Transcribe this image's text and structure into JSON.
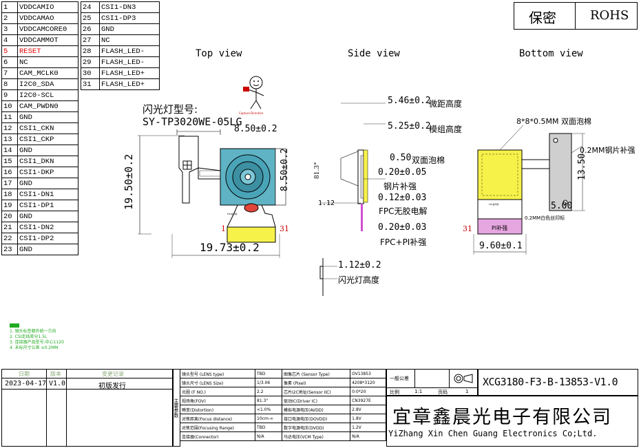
{
  "pins_left": [
    {
      "n": "1",
      "s": "VDDCAMIO"
    },
    {
      "n": "2",
      "s": "VDDCAMAO"
    },
    {
      "n": "3",
      "s": "VDDCAMCORE0"
    },
    {
      "n": "4",
      "s": "VDDCAMMOT"
    },
    {
      "n": "5",
      "s": "RESET"
    },
    {
      "n": "6",
      "s": "NC"
    },
    {
      "n": "7",
      "s": "CAM_MCLK0"
    },
    {
      "n": "8",
      "s": "I2C0_SDA"
    },
    {
      "n": "9",
      "s": "I2C0-SCL"
    },
    {
      "n": "10",
      "s": "CAM_PWDN0"
    },
    {
      "n": "11",
      "s": "GND"
    },
    {
      "n": "12",
      "s": "CSI1_CKN"
    },
    {
      "n": "13",
      "s": "CSI1_CKP"
    },
    {
      "n": "14",
      "s": "GND"
    },
    {
      "n": "15",
      "s": "CSI1_DKN"
    },
    {
      "n": "16",
      "s": "CSI1-DKP"
    },
    {
      "n": "17",
      "s": "GND"
    },
    {
      "n": "18",
      "s": "CSI1-DN1"
    },
    {
      "n": "19",
      "s": "CSI1-DP1"
    },
    {
      "n": "20",
      "s": "GND"
    },
    {
      "n": "21",
      "s": "CSI1-DN2"
    },
    {
      "n": "22",
      "s": "CSI1-DP2"
    },
    {
      "n": "23",
      "s": "GND"
    }
  ],
  "pins_right": [
    {
      "n": "24",
      "s": "CSI1-DN3"
    },
    {
      "n": "25",
      "s": "CSI1-DP3"
    },
    {
      "n": "26",
      "s": "GND"
    },
    {
      "n": "27",
      "s": "NC"
    },
    {
      "n": "28",
      "s": "FLASH_LED-"
    },
    {
      "n": "29",
      "s": "FLASH_LED-"
    },
    {
      "n": "30",
      "s": "FLASH_LED+"
    },
    {
      "n": "31",
      "s": "FLASH_LED+"
    }
  ],
  "header": {
    "secret": "保密",
    "rohs": "ROHS"
  },
  "views": {
    "top": "Top view",
    "side": "Side view",
    "bottom": "Bottom view"
  },
  "flash": {
    "label": "闪光灯型号:",
    "model": "SY-TP3020WE-05LG"
  },
  "top_dims": {
    "w": "8.50±0.2",
    "h": "8.50±0.2",
    "total_h": "19.50±0.2",
    "total_w": "19.73±0.2",
    "pin1": "1",
    "pin31": "31"
  },
  "side_dims": {
    "d1": "5.46±0.2",
    "d1_label": "微距高度",
    "d2": "5.25±0.2",
    "d2_label": "模组高度",
    "d3": "0.50",
    "d3_label": "双面泡棉",
    "d4": "0.20±0.05",
    "d4_label": "钢片补强",
    "d5": "0.12±0.03",
    "d5_label": "FPC无胶电解",
    "d6": "0.20±0.03",
    "d6_label": "FPC+PI补强",
    "angle": "81.3°",
    "d7": "1.12",
    "flash_h": "1.12±0.2",
    "flash_label": "闪光灯高度"
  },
  "bottom_dims": {
    "foam": "8*8*0.5MM 双面泡棉",
    "steel": "0.2MM钢片补强",
    "h": "13.50",
    "w1": "5.00",
    "w2": "9.60±0.1",
    "pin31": "31",
    "pi": "PI补强",
    "logo": "0.2MM白色丝印标"
  },
  "notes": [
    "1. 镜头标签朝外统一方向",
    "2. CSI走线差分1.5L",
    "3. 连接器产品型号:中心1120",
    "4. 未标尺寸公差 ±0.2MM"
  ],
  "rev": {
    "h_date": "日期",
    "h_ver": "版本",
    "h_rec": "变更记录",
    "date": "2023-04-17",
    "ver": "V1.0",
    "rec": "初版发行"
  },
  "spec_side": "主要参数",
  "specs": [
    [
      "镜头型号 (LENS type)",
      "TBD",
      "图像芯片 (Sensor Type)",
      "OV13853"
    ],
    [
      "镜头尺寸 (LENS Size)",
      "1/3.06",
      "像素 (Pixel)",
      "4208*3120"
    ],
    [
      "光圈 (F NO.)",
      "2.2",
      "芯片I2C地址(Sensor IIC)",
      "0:0*20"
    ],
    [
      "视场角(FOV)",
      "81.3°",
      "驱动IC(Driver IC)",
      "CN3927E"
    ],
    [
      "畸变(Distortion)",
      "<1.0%",
      "模拟电源电压(AVDD)",
      "2.8V"
    ],
    [
      "对焦距离(Focus distance)",
      "10cm-∞",
      "接口电源电压(DOVDD)",
      "1.8V"
    ],
    [
      "对焦范围(Focusing Range)",
      "TBD",
      "数字电源电压(DVDD)",
      "1.2V"
    ],
    [
      "连接器(Connector)",
      "N/A",
      "马达电压(VCM Type)",
      "N/A"
    ]
  ],
  "tol": {
    "title": "一般公差",
    "scale_label": "比例",
    "scale": "1:1",
    "page_label": "页码",
    "page": "1"
  },
  "part_no": "XCG3180-F3-B-13853-V1.0",
  "company_cn": "宜章鑫晨光电子有限公司",
  "company_en": "YiZhang Xin Chen Guang Electronics Co;Ltd."
}
